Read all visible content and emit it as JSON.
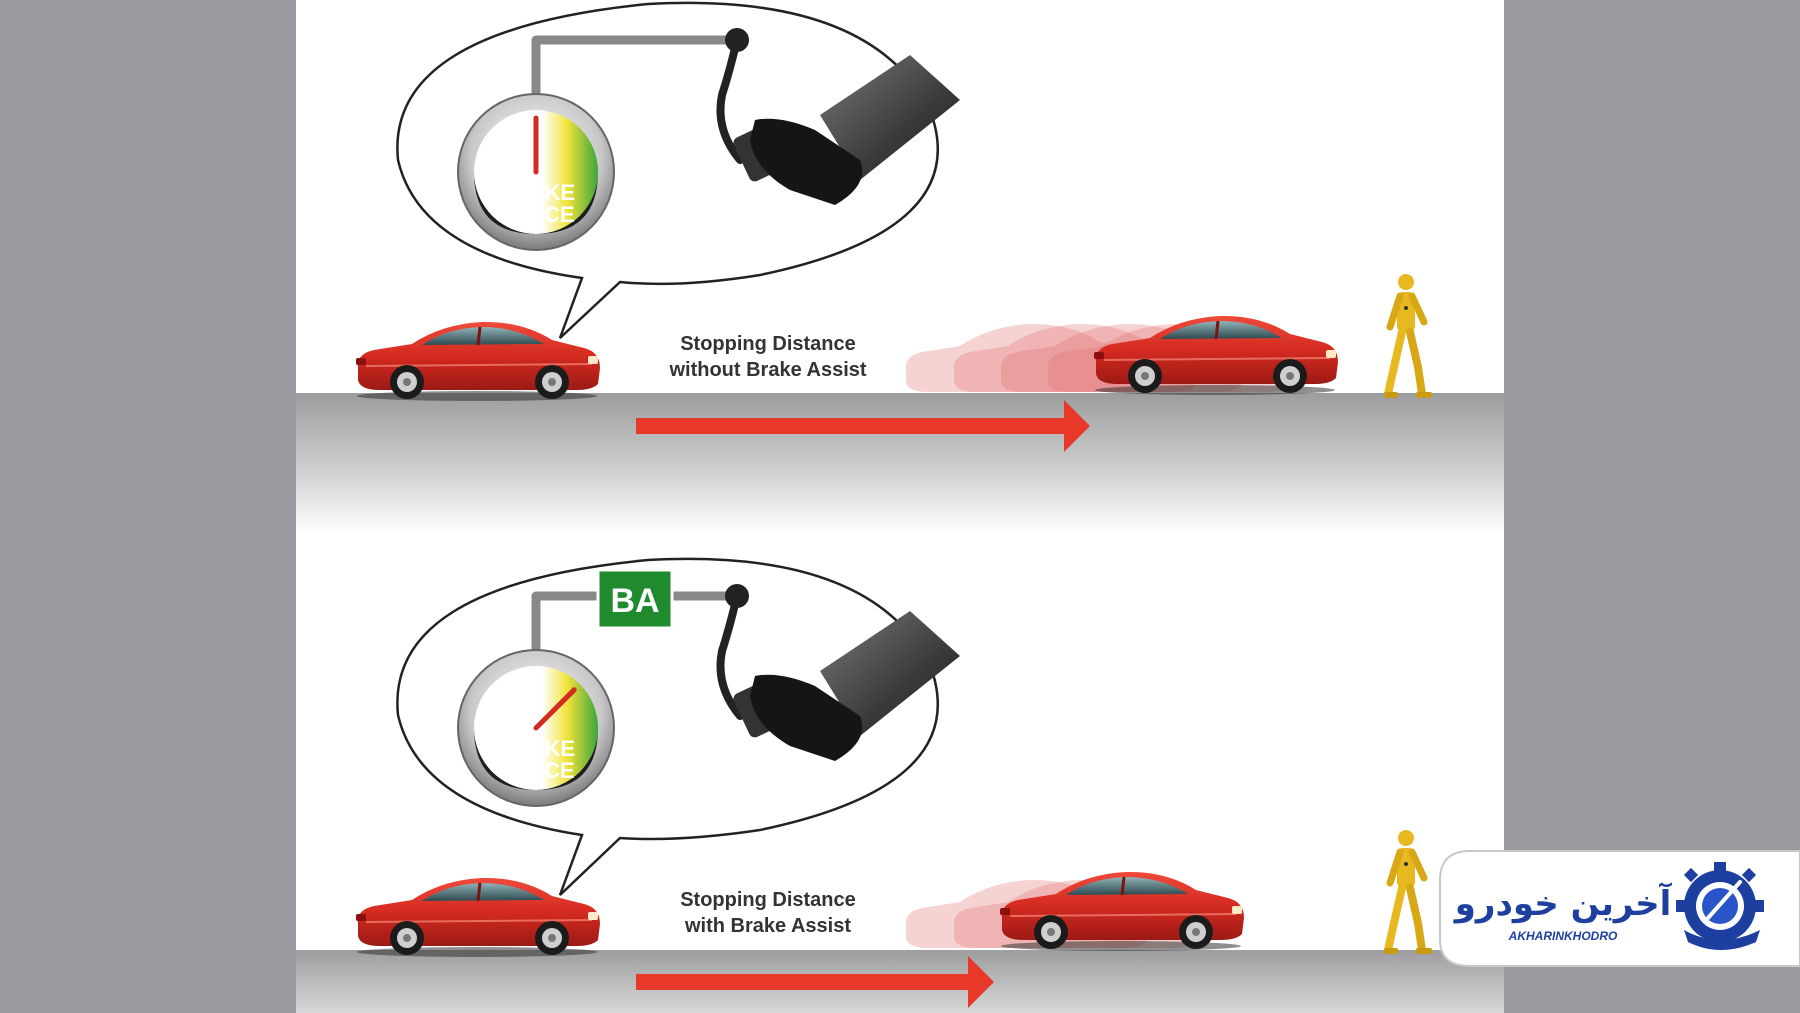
{
  "top_panel": {
    "gauge_label_line1": "BRAKE",
    "gauge_label_line2": "FORCE",
    "caption_line1": "Stopping Distance",
    "caption_line2": "without Brake Assist",
    "gauge_level": 0.5
  },
  "bottom_panel": {
    "badge": "BA",
    "gauge_label_line1": "BRAKE",
    "gauge_label_line2": "FORCE",
    "caption_line1": "Stopping Distance",
    "caption_line2": "with Brake Assist",
    "gauge_level": 0.75
  },
  "watermark": {
    "brand_fa": "آخرین خودرو",
    "brand_en": "AKHARINKHODRO"
  },
  "colors": {
    "car_red": "#d42a20",
    "arrow_red": "#e8382a",
    "ba_green": "#1f8a2e",
    "dummy_yellow": "#e7b81f",
    "watermark_blue": "#1c3fa0"
  },
  "icons": [
    "car-icon",
    "crash-test-dummy-icon",
    "brake-pedal-icon",
    "shoe-icon",
    "gauge-icon",
    "gear-logo-icon"
  ]
}
